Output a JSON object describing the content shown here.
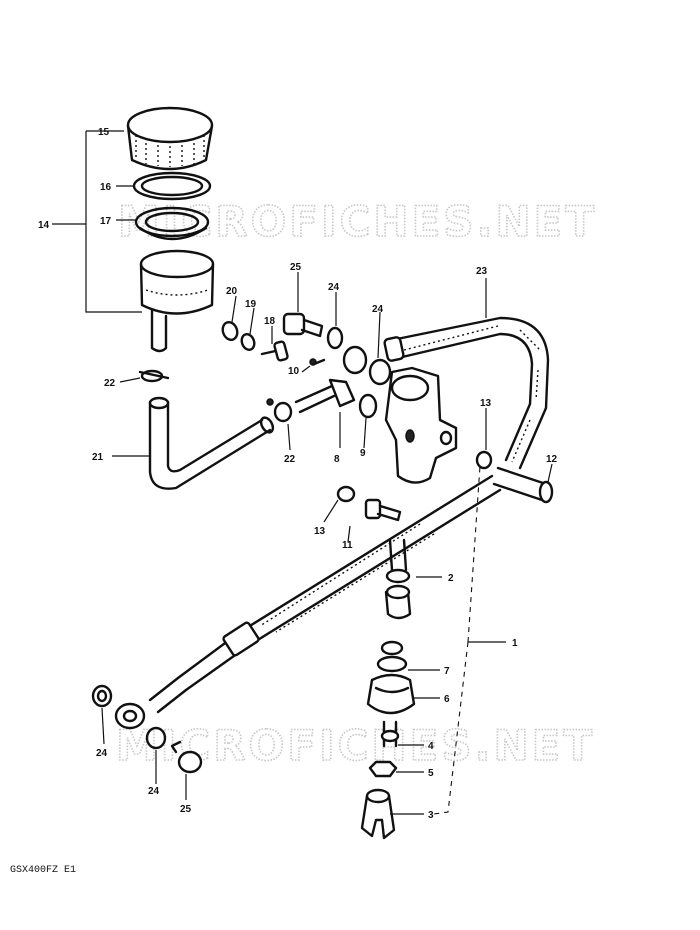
{
  "watermark": "MICROFICHES.NET",
  "model_code": "GSX400FZ E1",
  "callouts": {
    "c1": "1",
    "c2": "2",
    "c3": "3",
    "c4": "4",
    "c5": "5",
    "c6": "6",
    "c7": "7",
    "c8": "8",
    "c9": "9",
    "c10": "10",
    "c11": "11",
    "c12": "12",
    "c13a": "13",
    "c13b": "13",
    "c14": "14",
    "c15": "15",
    "c16": "16",
    "c17": "17",
    "c18": "18",
    "c19": "19",
    "c20": "20",
    "c21": "21",
    "c22a": "22",
    "c22b": "22",
    "c23": "23",
    "c24a": "24",
    "c24b": "24",
    "c24c": "24",
    "c24d": "24",
    "c25a": "25",
    "c25b": "25"
  }
}
